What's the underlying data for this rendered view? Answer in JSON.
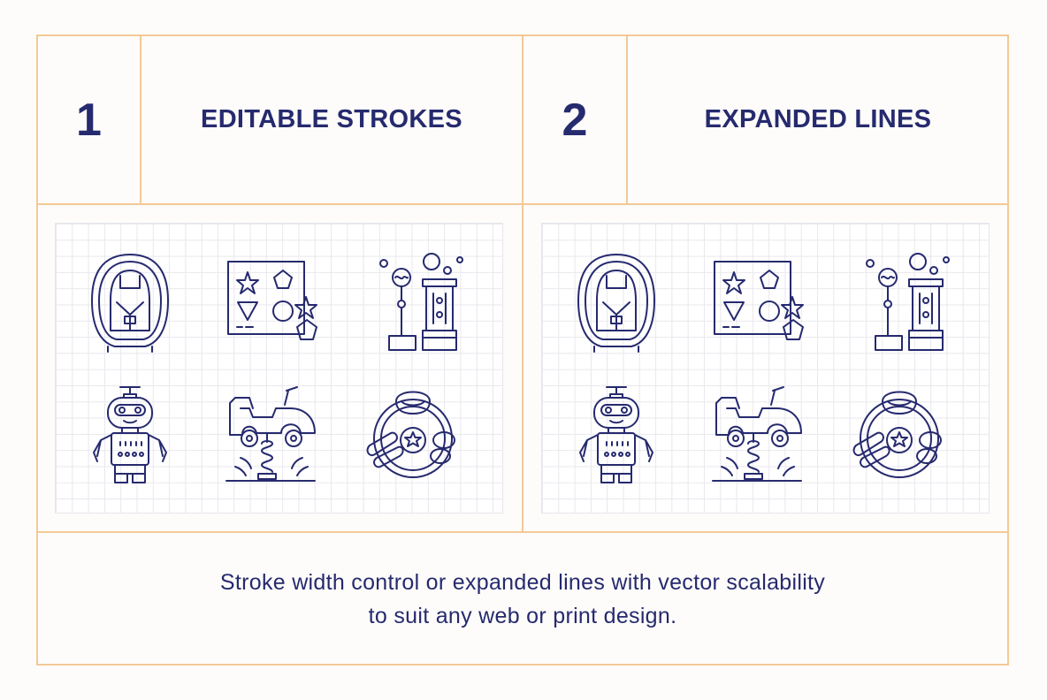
{
  "colors": {
    "accent_border": "#f3c995",
    "ink": "#262a6e",
    "grid_line": "#e8e8ee",
    "background": "#fdfcfa"
  },
  "panels": [
    {
      "number": "1",
      "title": "EDITABLE STROKES",
      "icons": [
        "infant-car-seat-icon",
        "shape-sorter-icon",
        "bubble-machine-icon",
        "robot-toy-icon",
        "spring-rider-car-icon",
        "teether-ring-icon"
      ]
    },
    {
      "number": "2",
      "title": "EXPANDED LINES",
      "icons": [
        "infant-car-seat-icon",
        "shape-sorter-icon",
        "bubble-machine-icon",
        "robot-toy-icon",
        "spring-rider-car-icon",
        "teether-ring-icon"
      ]
    }
  ],
  "caption": {
    "line1": "Stroke width control or expanded lines with vector scalability",
    "line2": "to suit any web or print design."
  }
}
